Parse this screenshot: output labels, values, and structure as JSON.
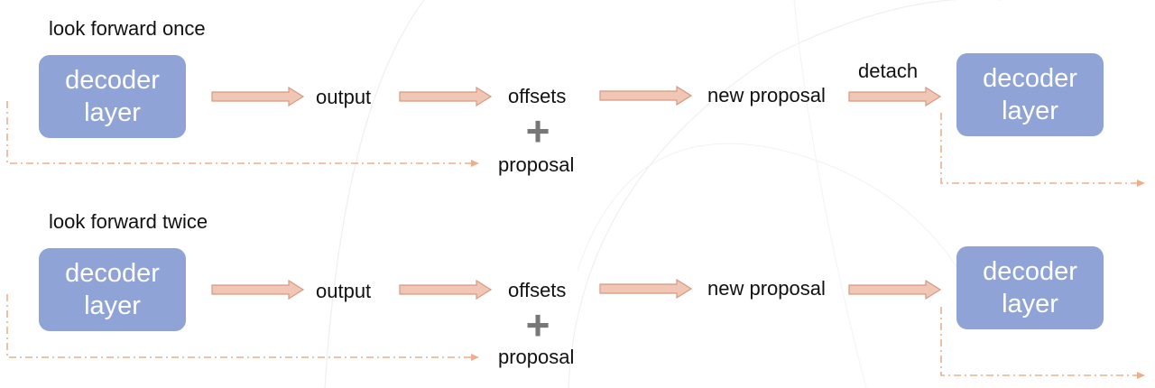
{
  "colors": {
    "box_fill": "#8fa3d7",
    "box_text": "#ffffff",
    "arrow_fill": "#f1c6b5",
    "arrow_stroke": "#d39a85",
    "dashed_line": "#ecae8c",
    "plus": "#777777",
    "background_arcs": "#ececec"
  },
  "rows": [
    {
      "title": "look forward once",
      "box_left": {
        "line1": "decoder",
        "line2": "layer"
      },
      "box_right": {
        "line1": "decoder",
        "line2": "layer"
      },
      "output": "output",
      "offsets": "offsets",
      "plus": "+",
      "proposal": "proposal",
      "new_proposal": "new proposal",
      "detach": "detach"
    },
    {
      "title": "look forward twice",
      "box_left": {
        "line1": "decoder",
        "line2": "layer"
      },
      "box_right": {
        "line1": "decoder",
        "line2": "layer"
      },
      "output": "output",
      "offsets": "offsets",
      "plus": "+",
      "proposal": "proposal",
      "new_proposal": "new proposal"
    }
  ]
}
